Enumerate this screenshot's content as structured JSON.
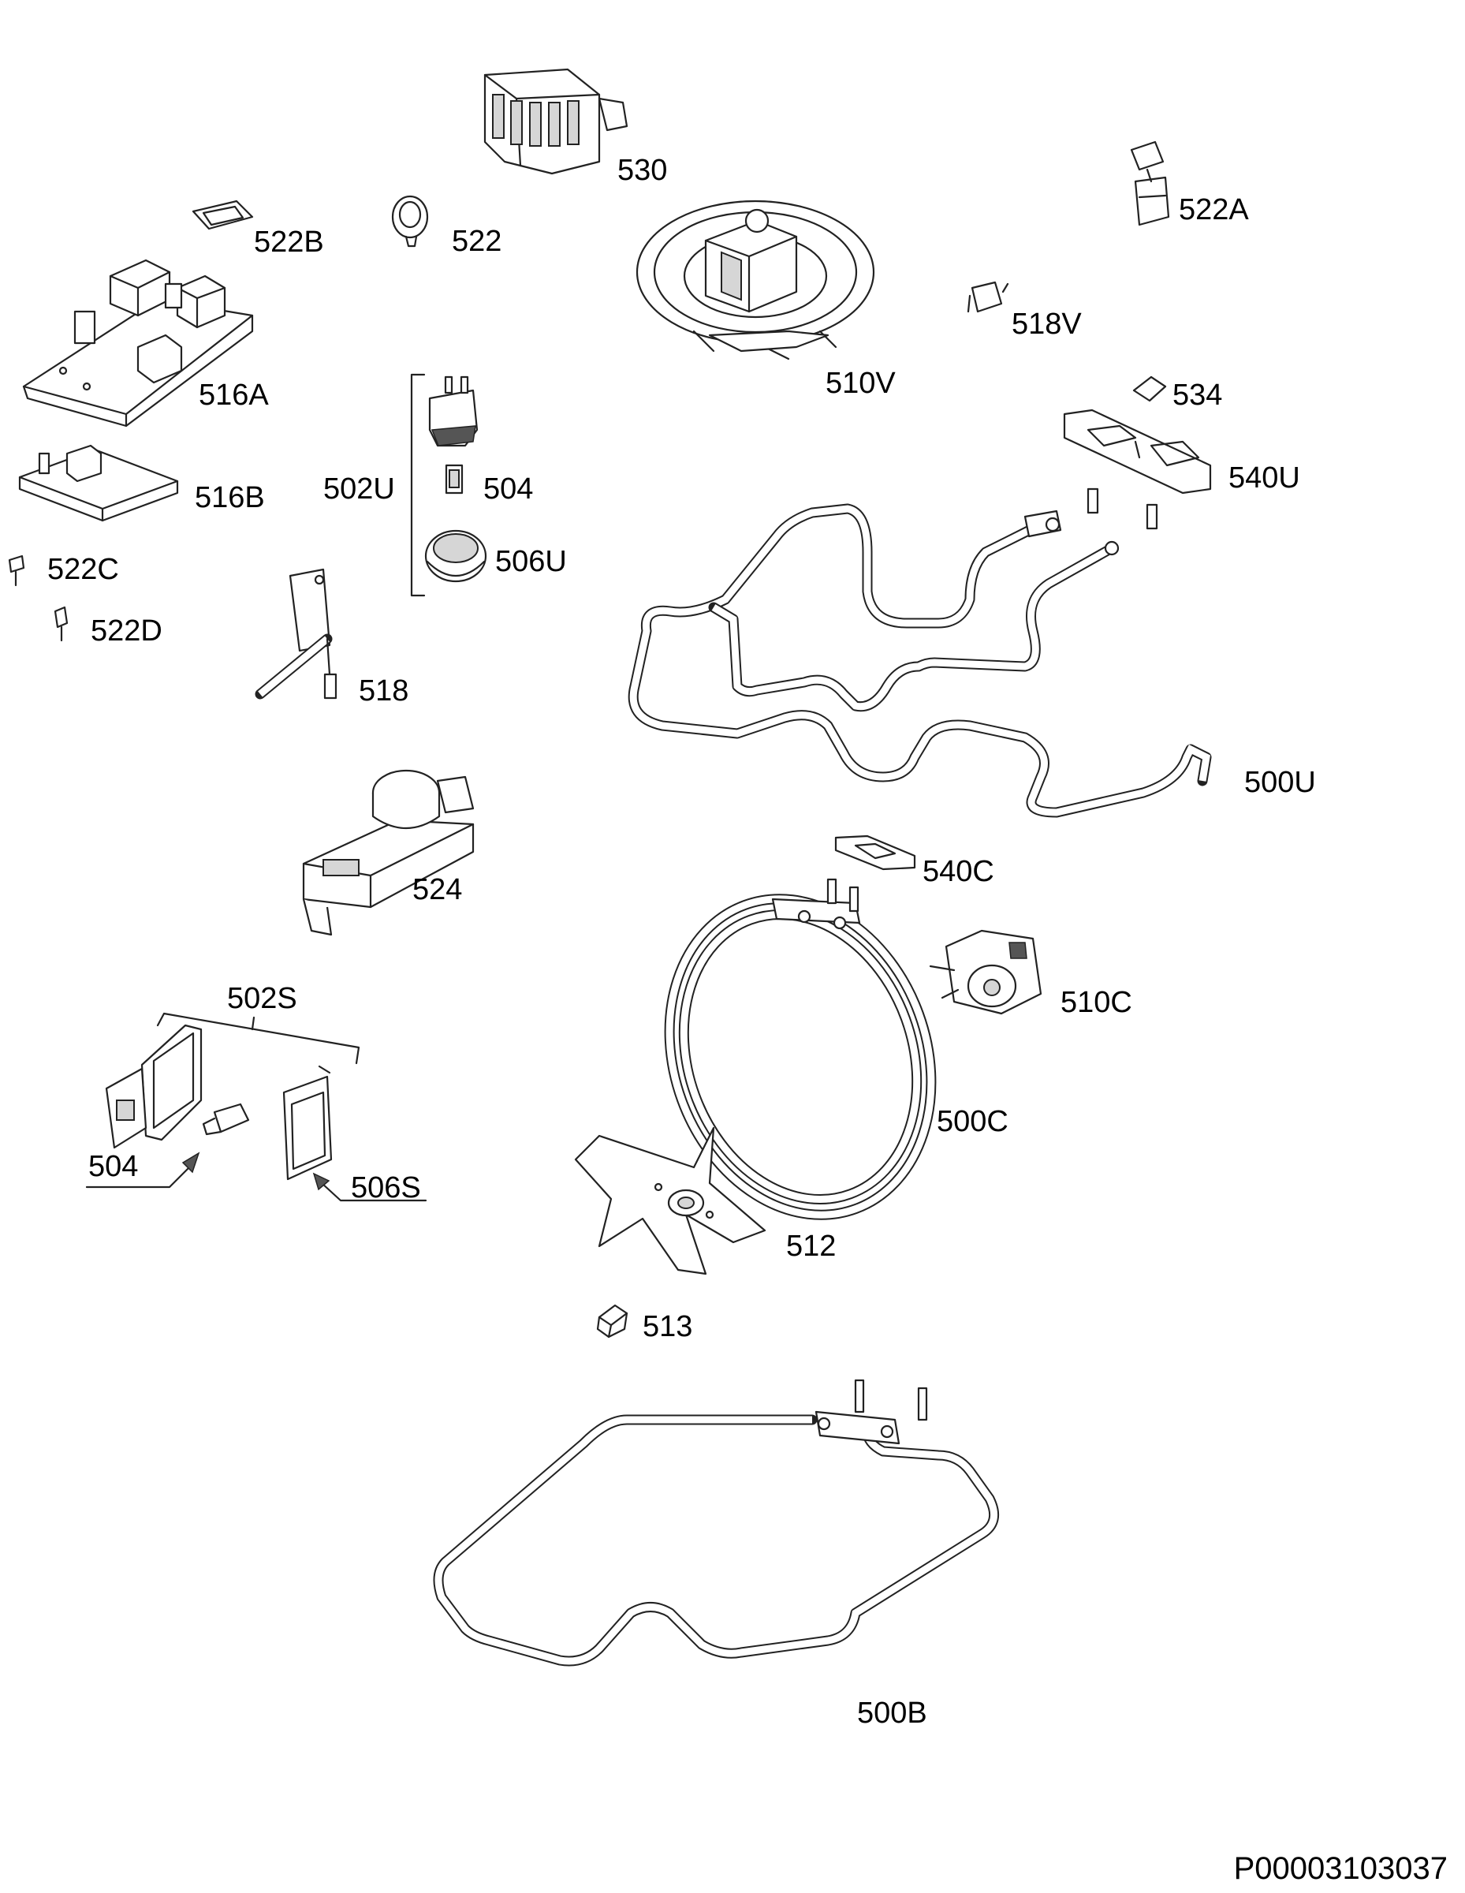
{
  "labels": {
    "l530": "530",
    "l522B": "522B",
    "l522": "522",
    "l522A": "522A",
    "l518V": "518V",
    "l510V": "510V",
    "l516A": "516A",
    "l534": "534",
    "l540U": "540U",
    "l502U": "502U",
    "l504a": "504",
    "l506U": "506U",
    "l516B": "516B",
    "l522C": "522C",
    "l522D": "522D",
    "l518": "518",
    "l500U": "500U",
    "l524": "524",
    "l540C": "540C",
    "l510C": "510C",
    "l502S": "502S",
    "l500C": "500C",
    "l504b": "504",
    "l506S": "506S",
    "l512": "512",
    "l513": "513",
    "l500B": "500B"
  },
  "document_id": "P00003103037"
}
